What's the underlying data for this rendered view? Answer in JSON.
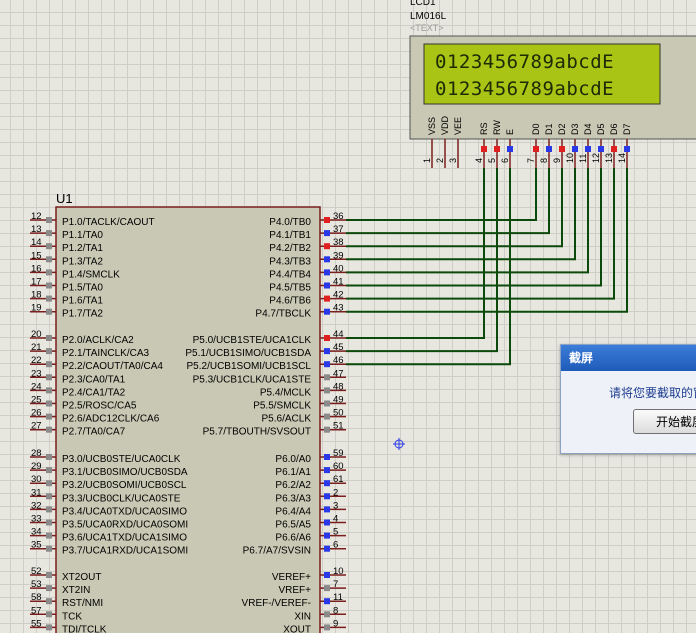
{
  "lcd": {
    "ref": "LCD1",
    "part": "LM016L",
    "text_placeholder": "<TEXT>",
    "line1": "0123456789abcdE",
    "line2": "0123456789abcdE",
    "pins": [
      {
        "num": "1",
        "name": "VSS",
        "state": "none"
      },
      {
        "num": "2",
        "name": "VDD",
        "state": "none"
      },
      {
        "num": "3",
        "name": "VEE",
        "state": "none"
      },
      {
        "num": "4",
        "name": "RS",
        "state": "high"
      },
      {
        "num": "5",
        "name": "RW",
        "state": "high"
      },
      {
        "num": "6",
        "name": "E",
        "state": "low"
      },
      {
        "num": "7",
        "name": "D0",
        "state": "high"
      },
      {
        "num": "8",
        "name": "D1",
        "state": "low"
      },
      {
        "num": "9",
        "name": "D2",
        "state": "high"
      },
      {
        "num": "10",
        "name": "D3",
        "state": "low"
      },
      {
        "num": "11",
        "name": "D4",
        "state": "low"
      },
      {
        "num": "12",
        "name": "D5",
        "state": "low"
      },
      {
        "num": "13",
        "name": "D6",
        "state": "high"
      },
      {
        "num": "14",
        "name": "D7",
        "state": "low"
      }
    ]
  },
  "mcu": {
    "ref": "U1",
    "left_pins": [
      {
        "num": "12",
        "name": "P1.0/TACLK/CAOUT",
        "state": "none"
      },
      {
        "num": "13",
        "name": "P1.1/TA0",
        "state": "none"
      },
      {
        "num": "14",
        "name": "P1.2/TA1",
        "state": "none"
      },
      {
        "num": "15",
        "name": "P1.3/TA2",
        "state": "none"
      },
      {
        "num": "16",
        "name": "P1.4/SMCLK",
        "state": "none"
      },
      {
        "num": "17",
        "name": "P1.5/TA0",
        "state": "none"
      },
      {
        "num": "18",
        "name": "P1.6/TA1",
        "state": "none"
      },
      {
        "num": "19",
        "name": "P1.7/TA2",
        "state": "none"
      },
      {
        "num": "20",
        "name": "P2.0/ACLK/CA2",
        "state": "none"
      },
      {
        "num": "21",
        "name": "P2.1/TAINCLK/CA3",
        "state": "none"
      },
      {
        "num": "22",
        "name": "P2.2/CAOUT/TA0/CA4",
        "state": "none"
      },
      {
        "num": "23",
        "name": "P2.3/CA0/TA1",
        "state": "none"
      },
      {
        "num": "24",
        "name": "P2.4/CA1/TA2",
        "state": "none"
      },
      {
        "num": "25",
        "name": "P2.5/ROSC/CA5",
        "state": "none"
      },
      {
        "num": "26",
        "name": "P2.6/ADC12CLK/CA6",
        "state": "none"
      },
      {
        "num": "27",
        "name": "P2.7/TA0/CA7",
        "state": "none"
      },
      {
        "num": "28",
        "name": "P3.0/UCB0STE/UCA0CLK",
        "state": "none"
      },
      {
        "num": "29",
        "name": "P3.1/UCB0SIMO/UCB0SDA",
        "state": "none"
      },
      {
        "num": "30",
        "name": "P3.2/UCB0SOMI/UCB0SCL",
        "state": "none"
      },
      {
        "num": "31",
        "name": "P3.3/UCB0CLK/UCA0STE",
        "state": "none"
      },
      {
        "num": "32",
        "name": "P3.4/UCA0TXD/UCA0SIMO",
        "state": "none"
      },
      {
        "num": "33",
        "name": "P3.5/UCA0RXD/UCA0SOMI",
        "state": "none"
      },
      {
        "num": "34",
        "name": "P3.6/UCA1TXD/UCA1SIMO",
        "state": "none"
      },
      {
        "num": "35",
        "name": "P3.7/UCA1RXD/UCA1SOMI",
        "state": "none"
      },
      {
        "num": "52",
        "name": "XT2OUT",
        "state": "none"
      },
      {
        "num": "53",
        "name": "XT2IN",
        "state": "none"
      },
      {
        "num": "58",
        "name": "RST/NMI",
        "state": "none"
      },
      {
        "num": "57",
        "name": "TCK",
        "state": "none"
      },
      {
        "num": "55",
        "name": "TDI/TCLK",
        "state": "none"
      }
    ],
    "right_pins": [
      {
        "num": "36",
        "name": "P4.0/TB0",
        "state": "high"
      },
      {
        "num": "37",
        "name": "P4.1/TB1",
        "state": "low"
      },
      {
        "num": "38",
        "name": "P4.2/TB2",
        "state": "high"
      },
      {
        "num": "39",
        "name": "P4.3/TB3",
        "state": "low"
      },
      {
        "num": "40",
        "name": "P4.4/TB4",
        "state": "low"
      },
      {
        "num": "41",
        "name": "P4.5/TB5",
        "state": "low"
      },
      {
        "num": "42",
        "name": "P4.6/TB6",
        "state": "high"
      },
      {
        "num": "43",
        "name": "P4.7/TBCLK",
        "state": "low"
      },
      {
        "num": "44",
        "name": "P5.0/UCB1STE/UCA1CLK",
        "state": "high"
      },
      {
        "num": "45",
        "name": "P5.1/UCB1SIMO/UCB1SDA",
        "state": "low"
      },
      {
        "num": "46",
        "name": "P5.2/UCB1SOMI/UCB1SCL",
        "state": "low"
      },
      {
        "num": "47",
        "name": "P5.3/UCB1CLK/UCA1STE",
        "state": "none"
      },
      {
        "num": "48",
        "name": "P5.4/MCLK",
        "state": "none"
      },
      {
        "num": "49",
        "name": "P5.5/SMCLK",
        "state": "none"
      },
      {
        "num": "50",
        "name": "P5.6/ACLK",
        "state": "none"
      },
      {
        "num": "51",
        "name": "P5.7/TBOUTH/SVSOUT",
        "state": "none"
      },
      {
        "num": "59",
        "name": "P6.0/A0",
        "state": "low"
      },
      {
        "num": "60",
        "name": "P6.1/A1",
        "state": "low"
      },
      {
        "num": "61",
        "name": "P6.2/A2",
        "state": "low"
      },
      {
        "num": "2",
        "name": "P6.3/A3",
        "state": "low"
      },
      {
        "num": "3",
        "name": "P6.4/A4",
        "state": "low"
      },
      {
        "num": "4",
        "name": "P6.5/A5",
        "state": "low"
      },
      {
        "num": "5",
        "name": "P6.6/A6",
        "state": "low"
      },
      {
        "num": "6",
        "name": "P6.7/A7/SVSIN",
        "state": "low"
      },
      {
        "num": "10",
        "name": "VEREF+",
        "state": "low"
      },
      {
        "num": "7",
        "name": "VREF+",
        "state": "none"
      },
      {
        "num": "11",
        "name": "VREF-/VEREF-",
        "state": "low"
      },
      {
        "num": "8",
        "name": "XIN",
        "state": "none"
      },
      {
        "num": "9",
        "name": "XOUT",
        "state": "none"
      }
    ]
  },
  "colors": {
    "high": "#e02020",
    "low": "#2a39e8",
    "wire": "#0b4a0b",
    "body_fill": "#c8c8b4",
    "body_stroke": "#7a1e1e",
    "lcd_screen": "#a9c414"
  },
  "dialog": {
    "title": "截屏",
    "message": "请将您要截取的窗",
    "button_label": "开始截屏"
  }
}
